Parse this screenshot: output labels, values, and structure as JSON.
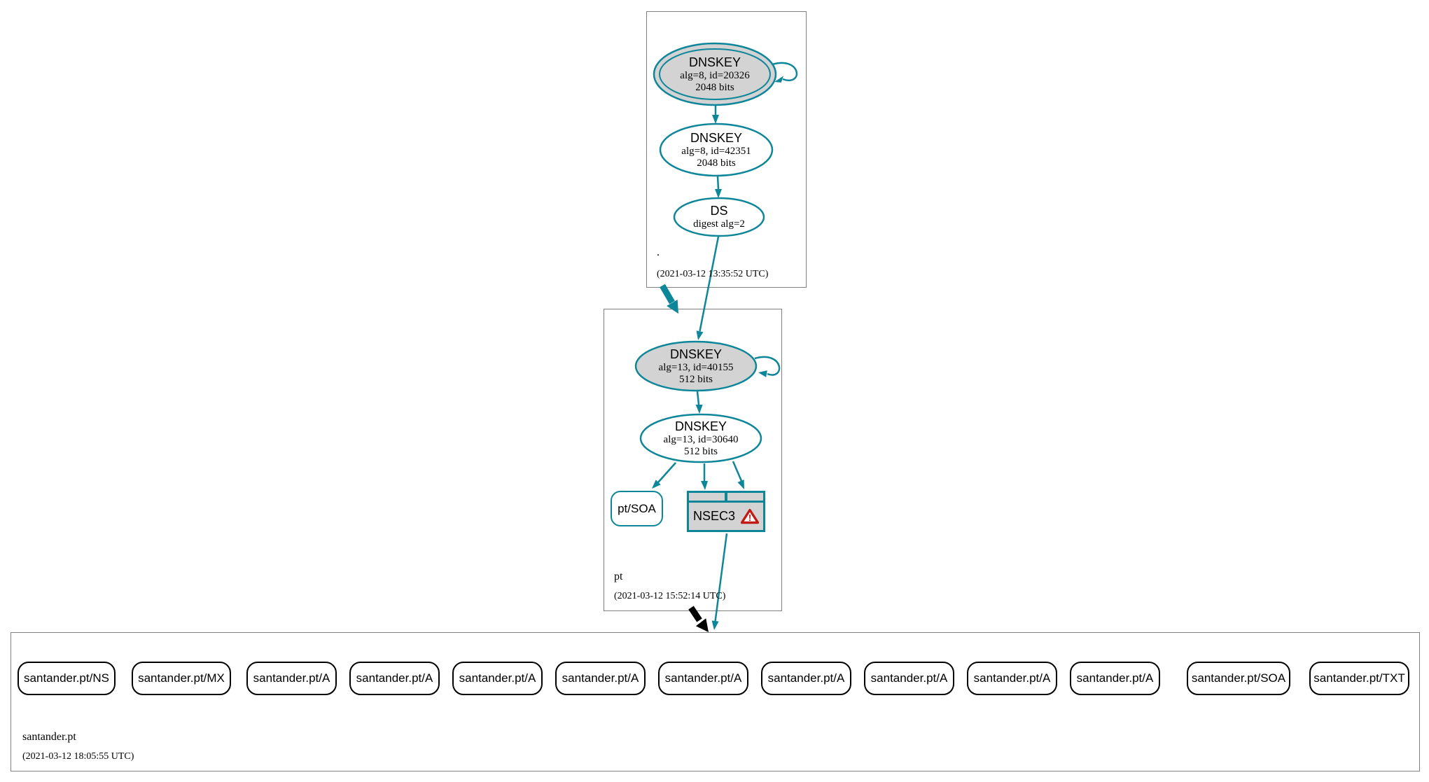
{
  "colors": {
    "secure_teal": "#0e8699",
    "insecure_black": "#000000",
    "warning_red": "#c11b17",
    "node_fill_gray": "#d3d3d3",
    "box_border_gray": "#7f7f7f"
  },
  "zones": {
    "root": {
      "name": ".",
      "timestamp": "(2021-03-12 13:35:52 UTC)",
      "ksk": {
        "type": "DNSKEY",
        "params": "alg=8, id=20326",
        "size": "2048 bits"
      },
      "zsk": {
        "type": "DNSKEY",
        "params": "alg=8, id=42351",
        "size": "2048 bits"
      },
      "ds": {
        "type": "DS",
        "params": "digest alg=2"
      }
    },
    "pt": {
      "name": "pt",
      "timestamp": "(2021-03-12 15:52:14 UTC)",
      "ksk": {
        "type": "DNSKEY",
        "params": "alg=13, id=40155",
        "size": "512 bits"
      },
      "zsk": {
        "type": "DNSKEY",
        "params": "alg=13, id=30640",
        "size": "512 bits"
      },
      "soa": "pt/SOA",
      "nsec3": "NSEC3"
    },
    "santander": {
      "name": "santander.pt",
      "timestamp": "(2021-03-12 18:05:55 UTC)",
      "nodes": [
        "santander.pt/NS",
        "santander.pt/MX",
        "santander.pt/A",
        "santander.pt/A",
        "santander.pt/A",
        "santander.pt/A",
        "santander.pt/A",
        "santander.pt/A",
        "santander.pt/A",
        "santander.pt/A",
        "santander.pt/A",
        "santander.pt/SOA",
        "santander.pt/TXT"
      ]
    }
  }
}
